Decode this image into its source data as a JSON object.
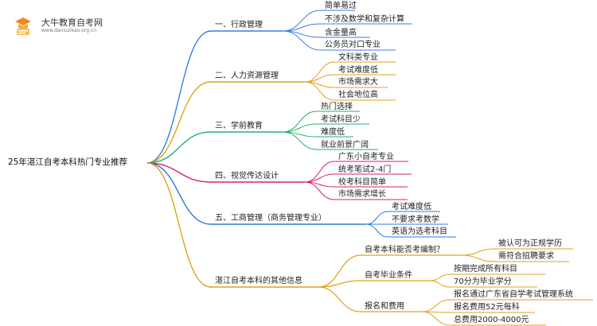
{
  "logo": {
    "title": "大牛教育自考网",
    "url": "www.daniuzikao.org.cn",
    "icon": "graduation-book-icon"
  },
  "mindmap": {
    "root": "25年湛江自考本科热门专业推荐",
    "branches": [
      {
        "label": "一、行政管理",
        "color": "#3b7fe0",
        "children": [
          "简单易过",
          "不涉及数学和复杂计算",
          "含金量高",
          "公务员对口专业"
        ]
      },
      {
        "label": "二、人力资源管理",
        "color": "#e0a21a",
        "children": [
          "文科类专业",
          "考试难度低",
          "市场需求大",
          "社会地位高"
        ]
      },
      {
        "label": "三、学前教育",
        "color": "#23b36a",
        "children": [
          "热门选择",
          "考试科目少",
          "难度低",
          "就业前景广阔"
        ]
      },
      {
        "label": "四、视觉传达设计",
        "color": "#d81e76",
        "children": [
          "广东小自考专业",
          "统考笔试2-4门",
          "校考科目简单",
          "市场需求增长"
        ]
      },
      {
        "label": "五、工商管理（商务管理专业）",
        "color": "#2f78d8",
        "children": [
          "考试难度低",
          "不要求考数学",
          "英语为选考科目"
        ]
      },
      {
        "label": "湛江自考本科的其他信息",
        "color": "#e0a21a",
        "children": [
          {
            "label": "自考本科能否考编制？",
            "children": [
              "被认可为正规学历",
              "需符合招聘要求"
            ]
          },
          {
            "label": "自考毕业条件",
            "children": [
              "按期完成所有科目",
              "70分为毕业学分"
            ]
          },
          {
            "label": "报名和费用",
            "children": [
              "报名通过广东省自学考试管理系统",
              "报名费用52元每科",
              "总费用2000-4000元"
            ]
          }
        ]
      }
    ]
  }
}
